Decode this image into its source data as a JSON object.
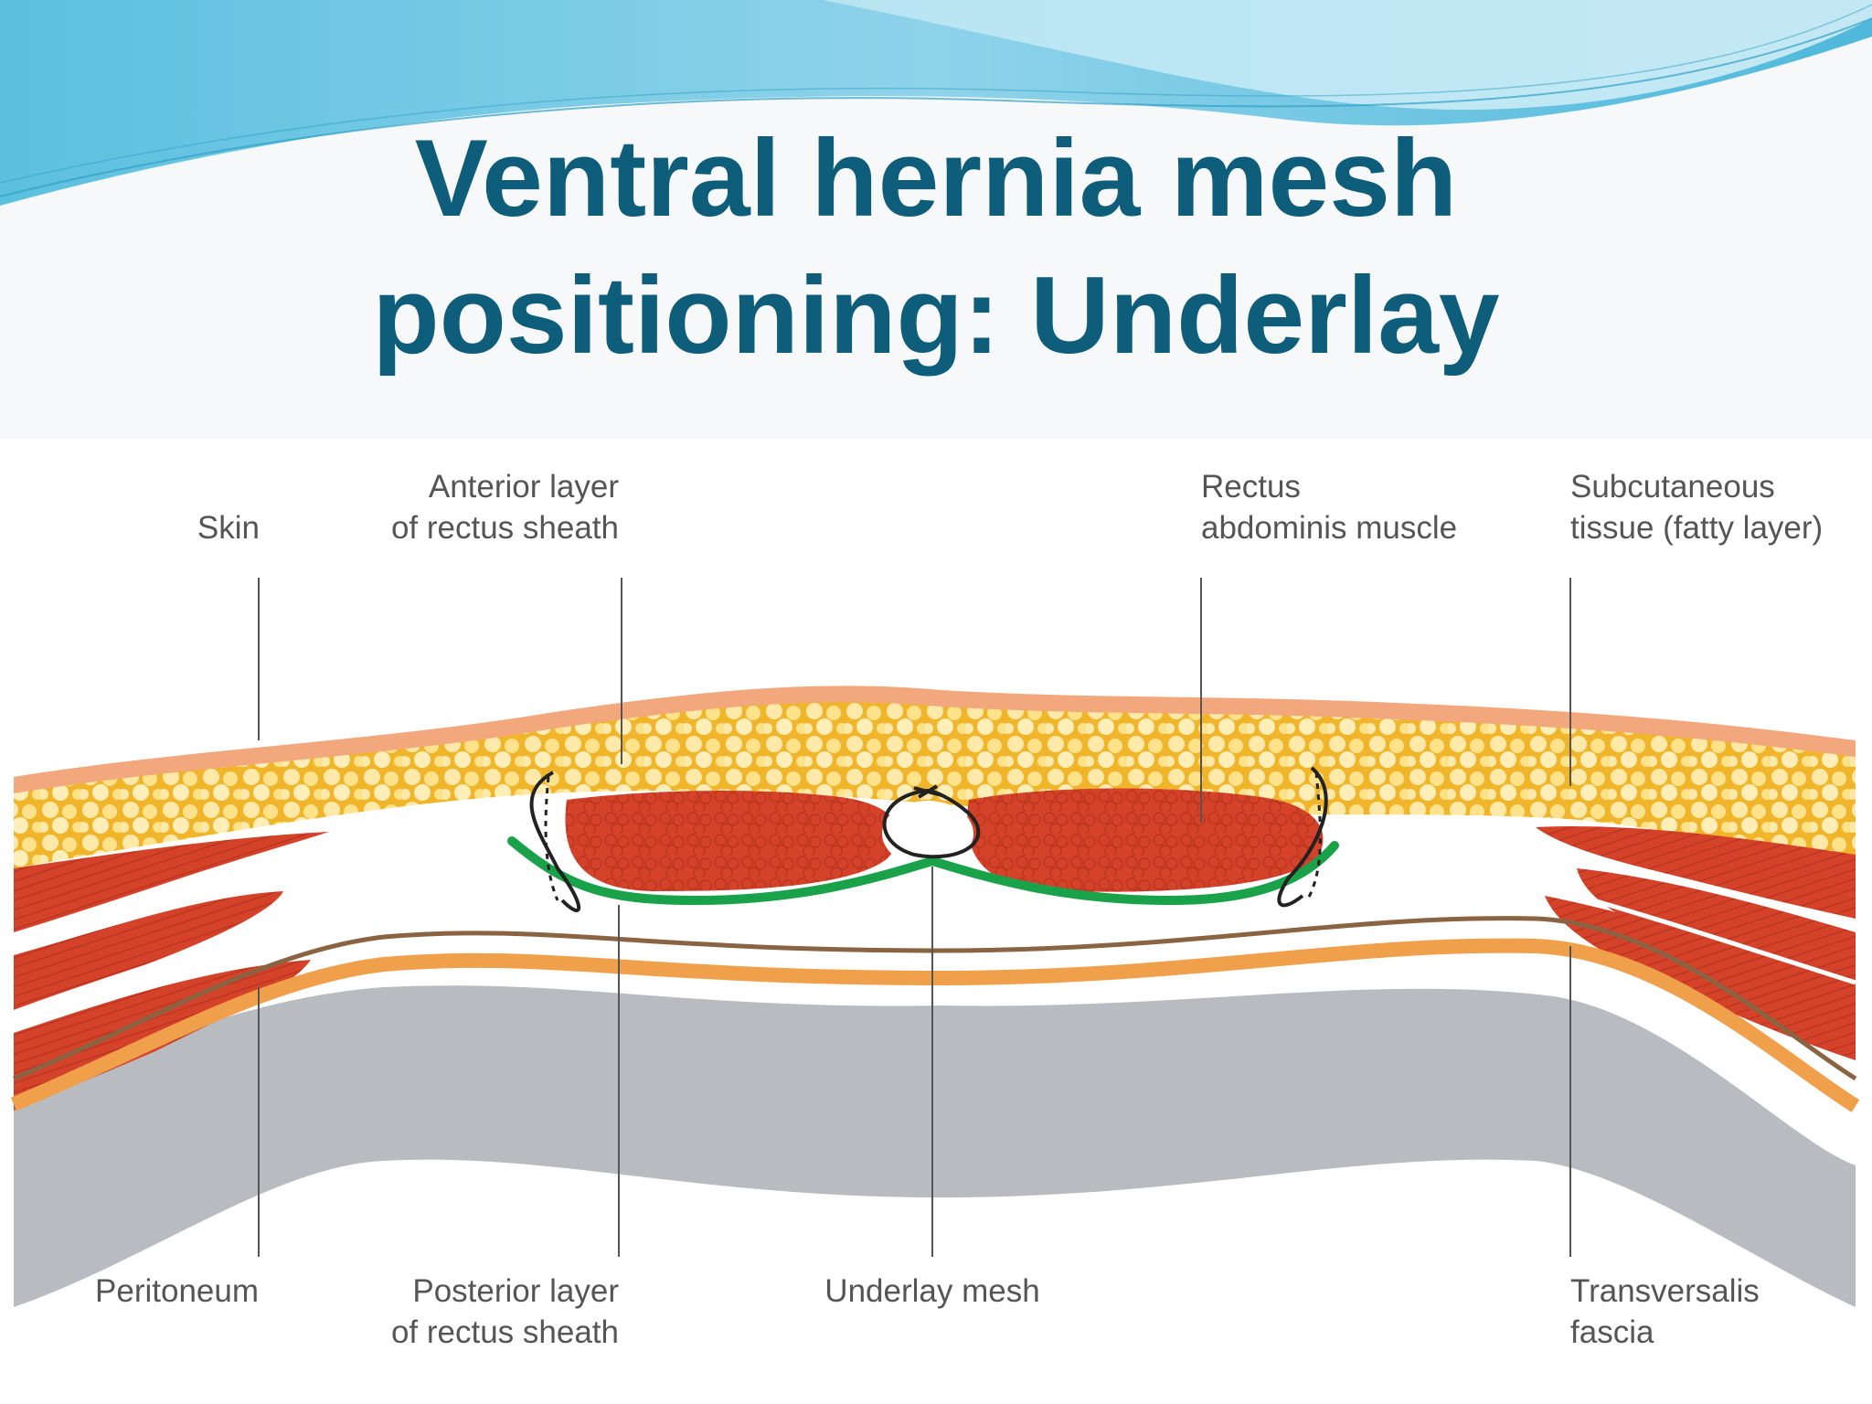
{
  "title": {
    "line1": "Ventral hernia mesh",
    "line2": "positioning: Underlay"
  },
  "colors": {
    "title": "#0e5d7a",
    "wave_light": "#a9def0",
    "wave_mid": "#6cc6e3",
    "skin": "#f2a77c",
    "fat": "#f6c33c",
    "muscle": "#d8432a",
    "fascia": "#b8bcc0",
    "peritoneum": "#f0a04b",
    "mesh": "#1aa24a",
    "leader_line": "#555555"
  },
  "labels": {
    "skin": "Skin",
    "anterior_sheath": [
      "Anterior layer",
      "of rectus sheath"
    ],
    "rectus_muscle": [
      "Rectus",
      "abdominis muscle"
    ],
    "subcutaneous": [
      "Subcutaneous",
      "tissue (fatty layer)"
    ],
    "peritoneum": "Peritoneum",
    "posterior_sheath": [
      "Posterior layer",
      "of rectus sheath"
    ],
    "underlay_mesh": "Underlay mesh",
    "transversalis": [
      "Transversalis",
      "fascia"
    ]
  }
}
